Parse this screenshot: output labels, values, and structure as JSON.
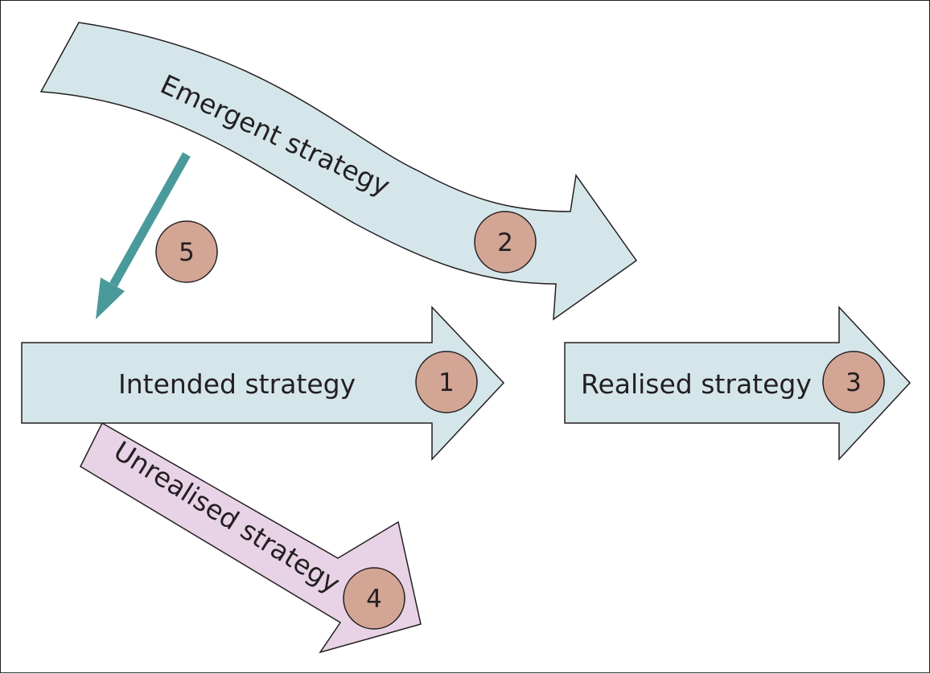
{
  "diagram": {
    "arrows": [
      {
        "id": "intended",
        "label": "Intended strategy",
        "badge": "1",
        "fill": "#d5e6ea"
      },
      {
        "id": "emergent",
        "label": "Emergent strategy",
        "badge": "2",
        "fill": "#d5e6ea"
      },
      {
        "id": "realised",
        "label": "Realised strategy",
        "badge": "3",
        "fill": "#d5e6ea"
      },
      {
        "id": "unrealised",
        "label": "Unrealised strategy",
        "badge": "4",
        "fill": "#e8d3e6"
      }
    ],
    "pointer": {
      "badge": "5",
      "color": "#4a9a9b"
    },
    "badge_fill": "#d3a595",
    "outline": "#231f20"
  }
}
